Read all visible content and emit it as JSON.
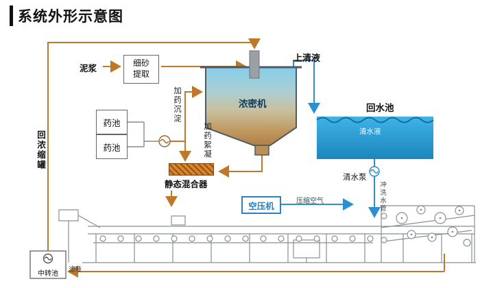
{
  "title": "系统外形示意图",
  "nodes": {
    "mud": "泥浆",
    "fine_sand": "细砂提取",
    "thickener": "浓密机",
    "supernatant": "上清液",
    "return_pool": "回水池",
    "clear_water": "清水液",
    "clear_pump": "清水泵",
    "flush_pipe": "冲洗水管",
    "chem_pool_a": "药池",
    "chem_pool_b": "药池",
    "dose_sediment": "加药沉淀",
    "dose_floc": "加药絮凝",
    "static_mixer": "静态混合器",
    "air_compressor": "空压机",
    "compressed_air": "压缩空气",
    "return_thickener": "回浓缩罐",
    "transfer_pool": "中转池",
    "filtrate": "滤液"
  },
  "colors": {
    "pipe_orange": "#c07828",
    "pipe_blue": "#2b8fd0",
    "pool_blue_top": "#3fb3e6",
    "pool_blue_bottom": "#1d86bd",
    "tank_top": "#86cdec",
    "tank_bottom": "#b08048",
    "machine_gray": "#8a8f94"
  }
}
